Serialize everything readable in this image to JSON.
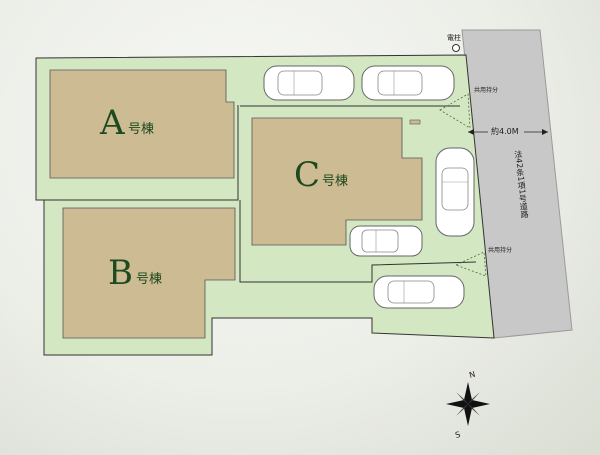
{
  "utility_pole_label": "電柱",
  "shared_area_label": "共用持分",
  "road_width_label": "約4.0M",
  "road_type_label": "法42条1項1号道路",
  "buildings": [
    {
      "letter": "A",
      "suffix": "号棟"
    },
    {
      "letter": "B",
      "suffix": "号棟"
    },
    {
      "letter": "C",
      "suffix": "号棟"
    }
  ],
  "compass": {
    "north": "N",
    "south": "S"
  },
  "colors": {
    "lot_green": "#d3e7c2",
    "building_tan": "#cdbb93",
    "road_gray": "#c8c8c8",
    "label_green": "#1f4a1f"
  }
}
